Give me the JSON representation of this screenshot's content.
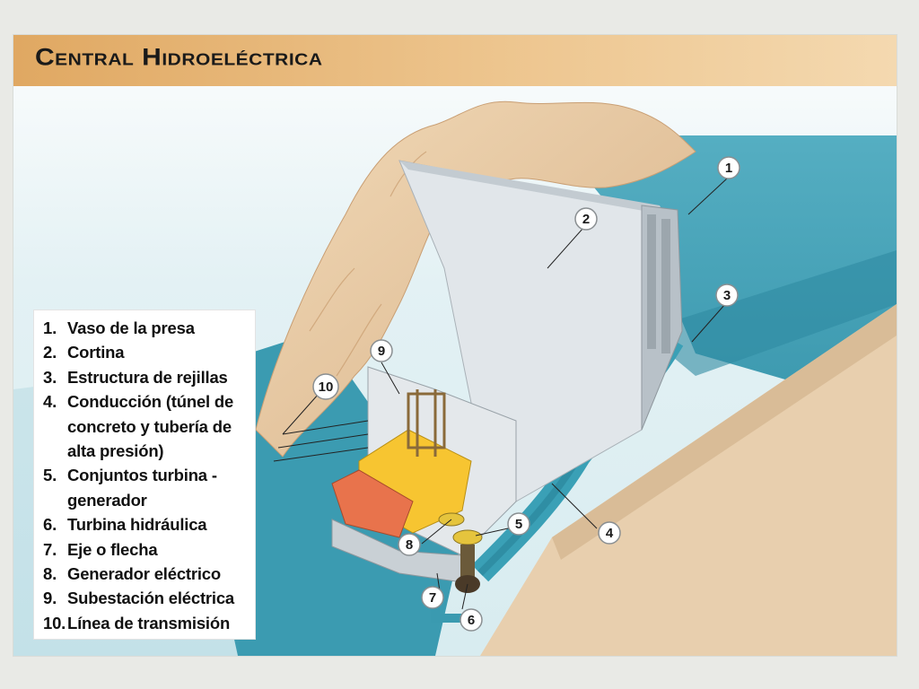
{
  "title": "Central Hidroeléctrica",
  "callouts": [
    "1",
    "2",
    "3",
    "4",
    "5",
    "6",
    "7",
    "8",
    "9",
    "10"
  ],
  "legend": [
    {
      "num": "1.",
      "text": "Vaso de la presa"
    },
    {
      "num": "2.",
      "text": "Cortina"
    },
    {
      "num": "3.",
      "text": "Estructura de rejillas"
    },
    {
      "num": "4.",
      "text": "Conducción (túnel de concreto y tubería de alta presión)"
    },
    {
      "num": "5.",
      "text": "Conjuntos turbina - generador"
    },
    {
      "num": "6.",
      "text": "Turbina hidráulica"
    },
    {
      "num": "7.",
      "text": "Eje o flecha"
    },
    {
      "num": "8.",
      "text": "Generador eléctrico"
    },
    {
      "num": "9.",
      "text": "Subestación eléctrica"
    },
    {
      "num": "10.",
      "text": "Línea de transmisión"
    }
  ],
  "colors": {
    "water": "#3d9db3",
    "ground": "#e8cfae",
    "mountain": "#e9c9a2",
    "dam": "#dfe4e8",
    "title_bar": "#e8b474",
    "generator_roof": "#f7c531",
    "building_roof": "#e8734c"
  }
}
